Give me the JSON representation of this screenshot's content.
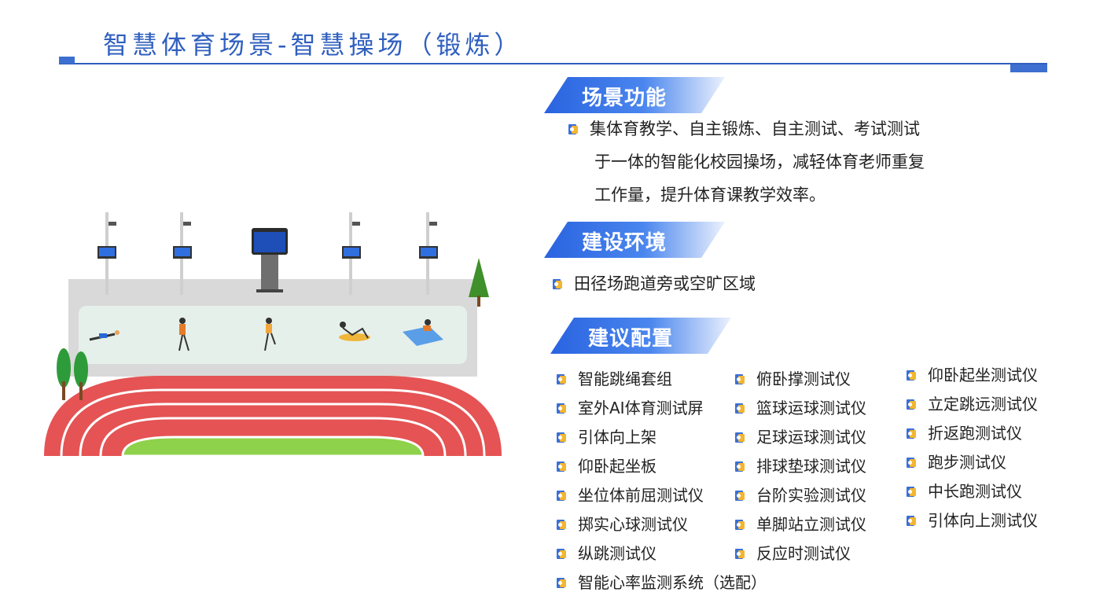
{
  "title": "智慧体育场景-智慧操场（锻炼）",
  "section_function": {
    "heading": "场景功能",
    "lines": [
      "集体育教学、自主锻炼、自主测试、考试测试",
      "于一体的智能化校园操场，减轻体育老师重复",
      "工作量，提升体育课教学效率。"
    ]
  },
  "section_environment": {
    "heading": "建设环境",
    "text": "田径场跑道旁或空旷区域"
  },
  "section_config": {
    "heading": "建议配置",
    "col1": [
      "智能跳绳套组",
      "室外AI体育测试屏",
      "引体向上架",
      "仰卧起坐板",
      "坐位体前屈测试仪",
      "掷实心球测试仪",
      "纵跳测试仪",
      "智能心率监测系统（选配）"
    ],
    "col2": [
      "俯卧撑测试仪",
      "篮球运球测试仪",
      "足球运球测试仪",
      "排球垫球测试仪",
      "台阶实验测试仪",
      "单脚站立测试仪",
      "反应时测试仪"
    ],
    "col3": [
      "仰卧起坐测试仪",
      "立定跳远测试仪",
      "折返跑测试仪",
      "跑步测试仪",
      "中长跑测试仪",
      "引体向上测试仪"
    ]
  },
  "colors": {
    "accent": "#2f5fbf",
    "track": "#e55354",
    "field": "#8ed14a",
    "bullet_blue": "#3a6fd8",
    "bullet_yellow": "#f2b632"
  },
  "icons": [
    "bullet-icon",
    "camera-pole-icon",
    "kiosk-screen-icon",
    "tree-icon",
    "athlete-icon"
  ]
}
